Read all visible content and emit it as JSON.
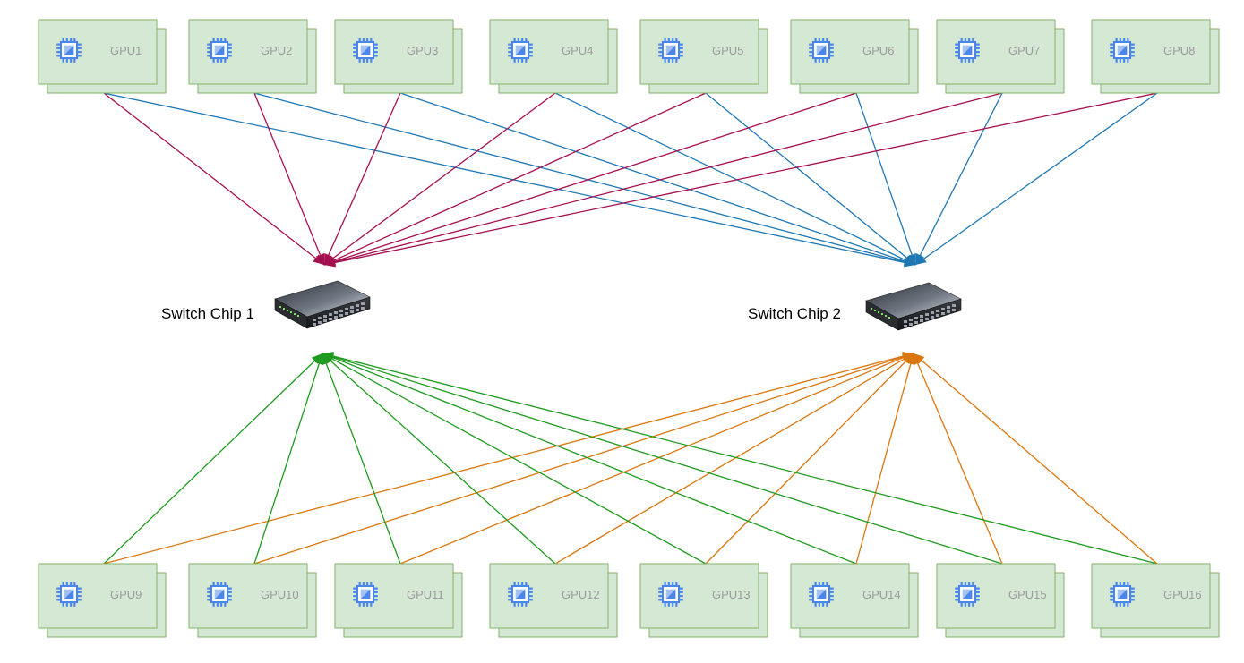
{
  "colors": {
    "card_fill": "#d5e8d4",
    "card_stroke": "#82b366",
    "chip_icon": "#4a86e8",
    "top_link_switch1": "#a50f50",
    "top_link_switch2": "#1f78b4",
    "bottom_link_switch1": "#1e9a1e",
    "bottom_link_switch2": "#d9760e"
  },
  "icons": {
    "gpu": "cpu-chip-icon",
    "switch": "network-switch-icon"
  },
  "switches": [
    {
      "id": "sw1",
      "label": "Switch Chip 1"
    },
    {
      "id": "sw2",
      "label": "Switch Chip 2"
    }
  ],
  "top_gpus": [
    {
      "label": "GPU1"
    },
    {
      "label": "GPU2"
    },
    {
      "label": "GPU3"
    },
    {
      "label": "GPU4"
    },
    {
      "label": "GPU5"
    },
    {
      "label": "GPU6"
    },
    {
      "label": "GPU7"
    },
    {
      "label": "GPU8"
    }
  ],
  "bottom_gpus": [
    {
      "label": "GPU9"
    },
    {
      "label": "GPU10"
    },
    {
      "label": "GPU11"
    },
    {
      "label": "GPU12"
    },
    {
      "label": "GPU13"
    },
    {
      "label": "GPU14"
    },
    {
      "label": "GPU15"
    },
    {
      "label": "GPU16"
    }
  ]
}
